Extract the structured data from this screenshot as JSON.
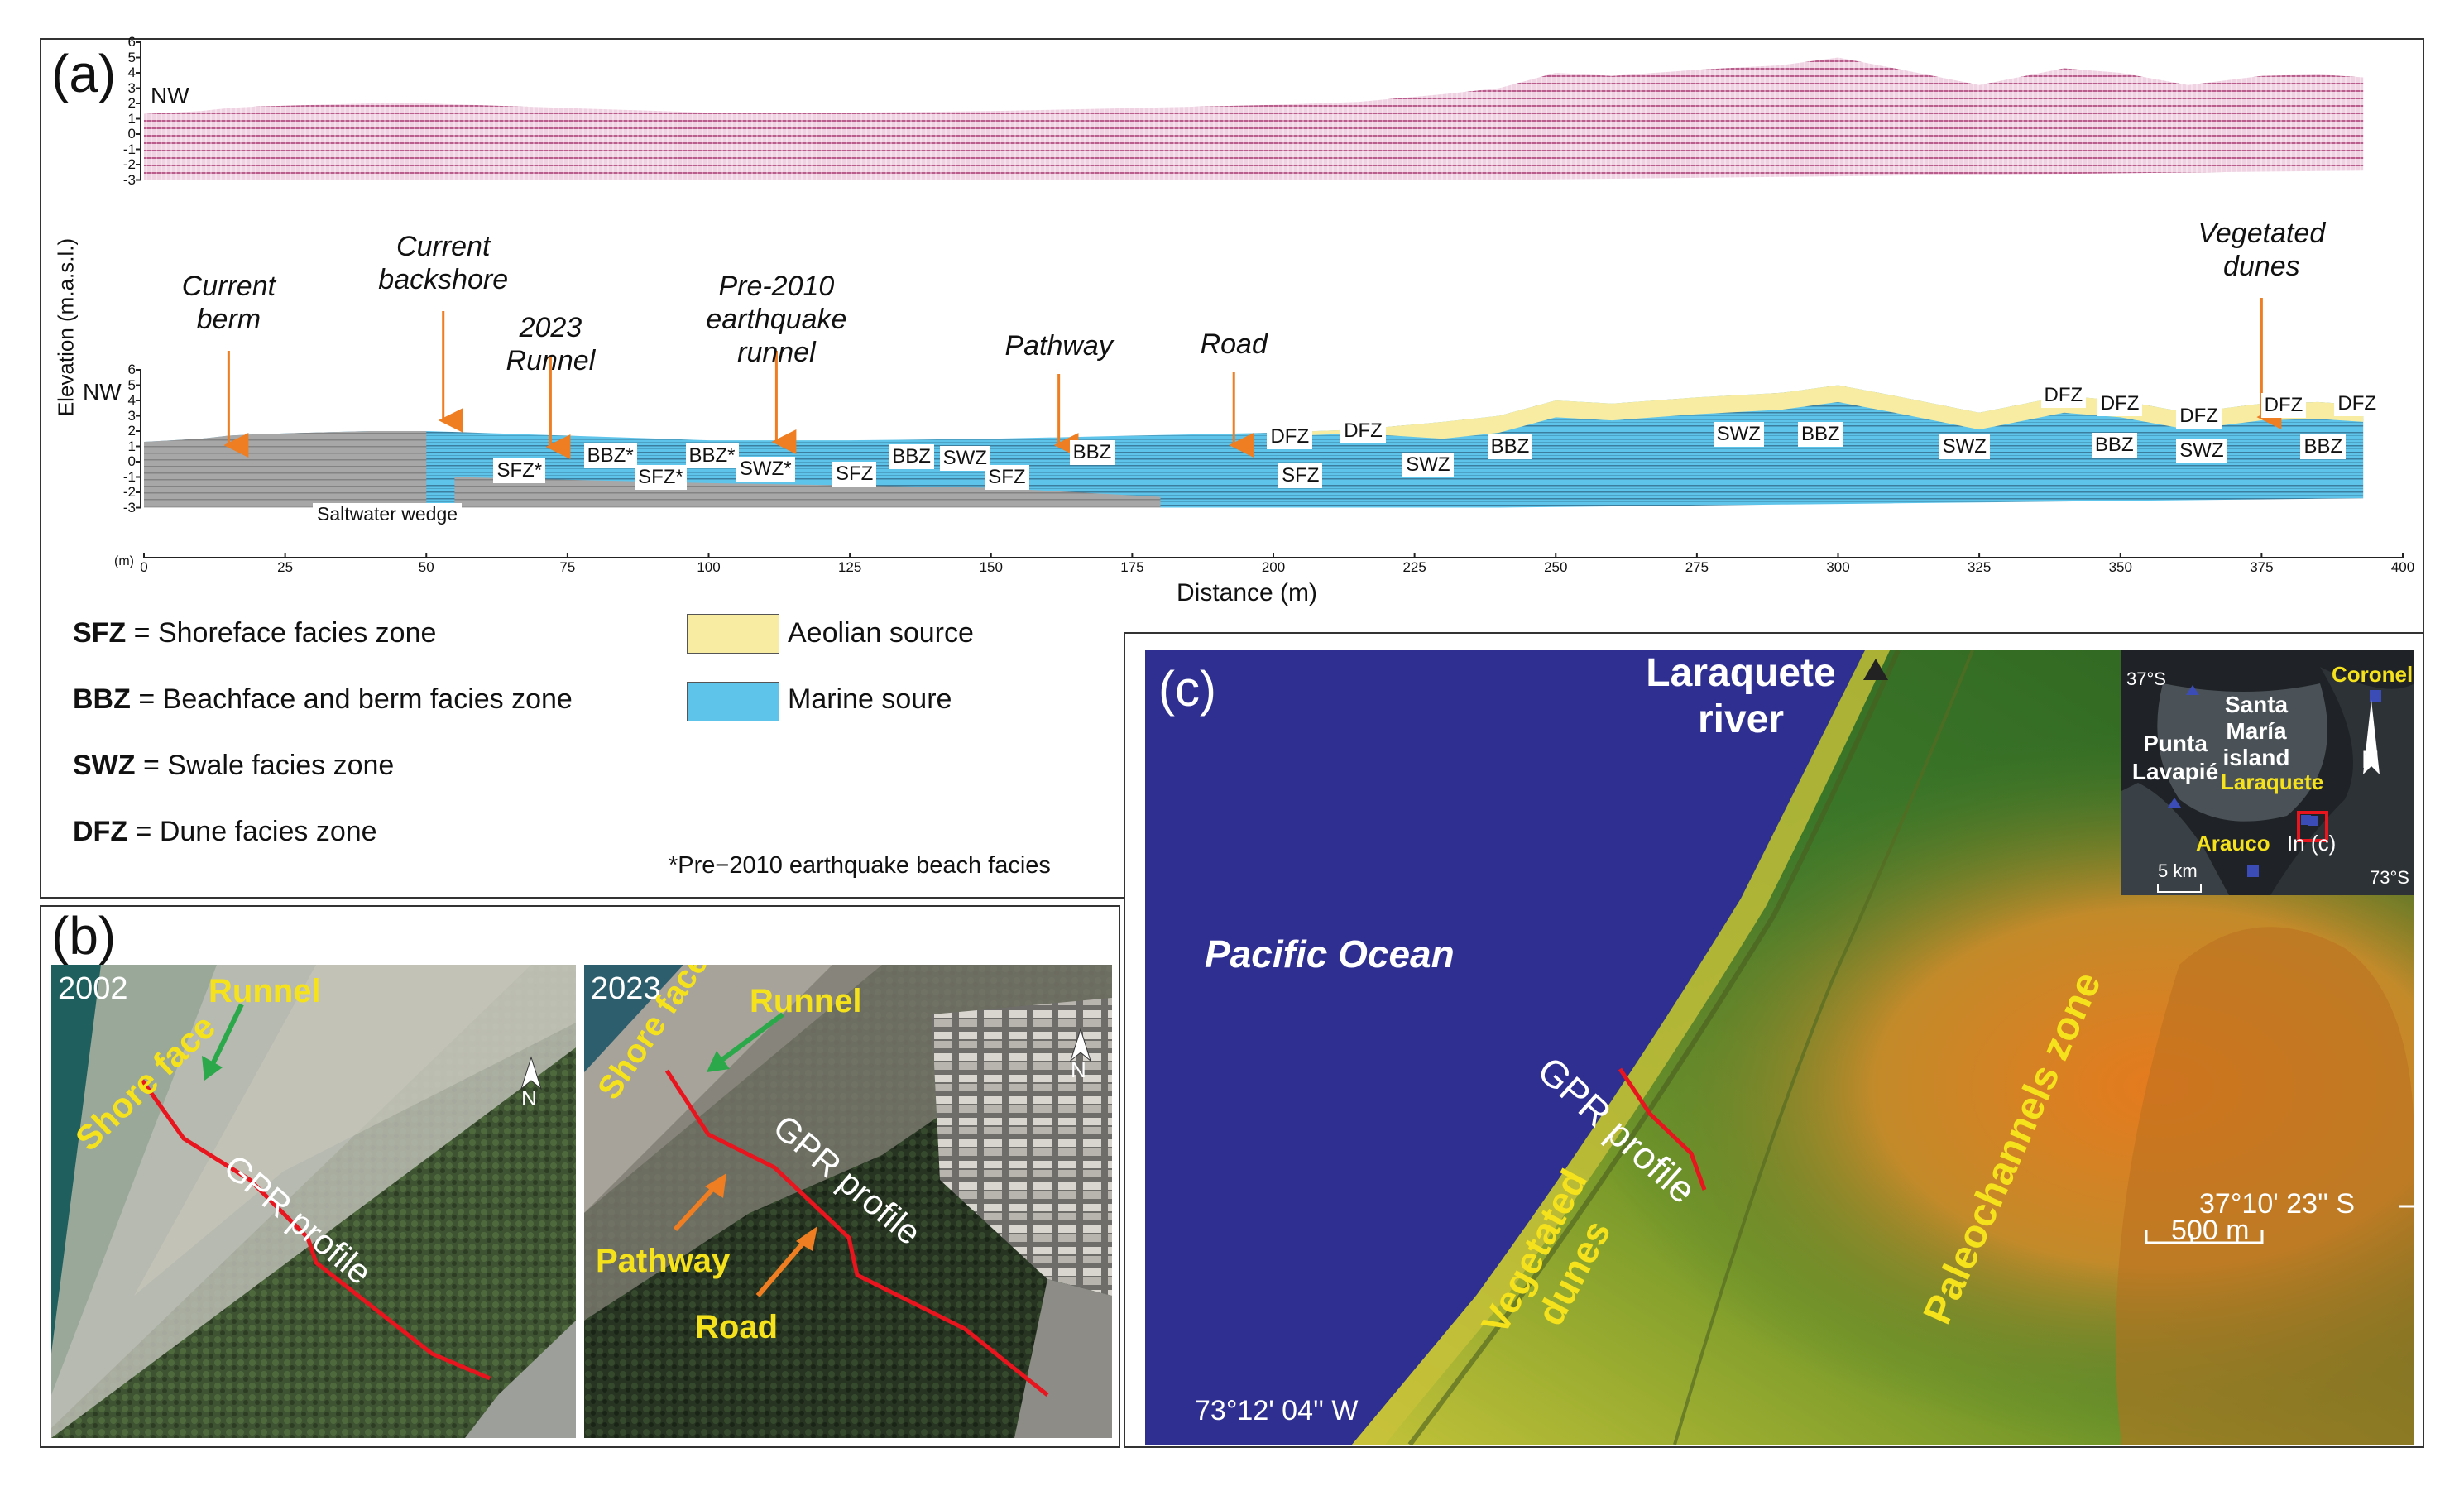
{
  "panel_a": {
    "label": "(a)",
    "nw_top": "NW",
    "nw_bottom": "NW",
    "ylabel": "Elevation (m.a.s.l.)",
    "xlabel": "Distance (m)",
    "x_unit": "(m)",
    "x_ticks": [
      "0",
      "25",
      "50",
      "75",
      "100",
      "125",
      "150",
      "175",
      "200",
      "225",
      "250",
      "275",
      "300",
      "325",
      "350",
      "375",
      "400"
    ],
    "y_ticks": [
      "6",
      "5",
      "4",
      "3",
      "2",
      "1",
      "0",
      "-1",
      "-2",
      "-3"
    ],
    "annotations": [
      {
        "text": "Current berm",
        "x_m": 15
      },
      {
        "text": "Current backshore",
        "x_m": 53
      },
      {
        "text": "2023 Runnel",
        "x_m": 72
      },
      {
        "text": "Pre-2010 earthquake runnel",
        "x_m": 112
      },
      {
        "text": "Pathway",
        "x_m": 162
      },
      {
        "text": "Road",
        "x_m": 193
      },
      {
        "text": "Vegetated dunes",
        "x_m": 375
      }
    ],
    "saltwater_wedge": "Saltwater wedge",
    "zone_labels": [
      {
        "text": "SFZ*",
        "x_m": 66,
        "z": -0.6
      },
      {
        "text": "BBZ*",
        "x_m": 82,
        "z": 0.4
      },
      {
        "text": "SFZ*",
        "x_m": 91,
        "z": -1.0
      },
      {
        "text": "BBZ*",
        "x_m": 100,
        "z": 0.4
      },
      {
        "text": "SWZ*",
        "x_m": 109,
        "z": -0.5
      },
      {
        "text": "SFZ",
        "x_m": 126,
        "z": -0.8
      },
      {
        "text": "BBZ",
        "x_m": 136,
        "z": 0.3
      },
      {
        "text": "SWZ",
        "x_m": 145,
        "z": 0.2
      },
      {
        "text": "SFZ",
        "x_m": 153,
        "z": -1.0
      },
      {
        "text": "BBZ",
        "x_m": 168,
        "z": 0.6
      },
      {
        "text": "DFZ",
        "x_m": 203,
        "z": 1.6
      },
      {
        "text": "DFZ",
        "x_m": 216,
        "z": 2.0
      },
      {
        "text": "SFZ",
        "x_m": 205,
        "z": -0.9
      },
      {
        "text": "SWZ",
        "x_m": 227,
        "z": -0.2
      },
      {
        "text": "BBZ",
        "x_m": 242,
        "z": 1.0
      },
      {
        "text": "SWZ",
        "x_m": 282,
        "z": 1.8
      },
      {
        "text": "BBZ",
        "x_m": 297,
        "z": 1.8
      },
      {
        "text": "SWZ",
        "x_m": 322,
        "z": 1.0
      },
      {
        "text": "DFZ",
        "x_m": 340,
        "z": 4.3
      },
      {
        "text": "DFZ",
        "x_m": 350,
        "z": 3.8
      },
      {
        "text": "BBZ",
        "x_m": 349,
        "z": 1.1
      },
      {
        "text": "DFZ",
        "x_m": 364,
        "z": 3.0
      },
      {
        "text": "SWZ",
        "x_m": 364,
        "z": 0.7
      },
      {
        "text": "DFZ",
        "x_m": 379,
        "z": 3.7
      },
      {
        "text": "DFZ",
        "x_m": 392,
        "z": 3.8
      },
      {
        "text": "BBZ",
        "x_m": 386,
        "z": 1.0
      }
    ],
    "colors": {
      "radargram": "#9b2a6e",
      "aeolian": "#f8eca3",
      "marine": "#5ec4ea",
      "saltwater": "#9a9a9a",
      "arrow": "#ef7d22"
    }
  },
  "legend": {
    "items": [
      {
        "abbr": "SFZ",
        "text": " = Shoreface facies zone"
      },
      {
        "abbr": "BBZ",
        "text": " = Beachface and berm facies zone"
      },
      {
        "abbr": "SWZ",
        "text": " = Swale facies zone"
      },
      {
        "abbr": "DFZ",
        "text": " = Dune facies zone"
      }
    ],
    "aeolian": "Aeolian source",
    "marine": "Marine soure",
    "footnote": "*Pre−2010 earthquake beach facies"
  },
  "panel_b": {
    "label": "(b)",
    "left": {
      "year": "2002",
      "runnel": "Runnel",
      "shore_face": "Shore face",
      "gpr": "GPR profile",
      "north": "N"
    },
    "right": {
      "year": "2023",
      "runnel": "Runnel",
      "shore_face": "Shore face",
      "gpr": "GPR profile",
      "pathway": "Pathway",
      "road": "Road",
      "north": "N"
    }
  },
  "panel_c": {
    "label": "(c)",
    "river": "Laraquete river",
    "ocean": "Pacific Ocean",
    "gpr": "GPR profile",
    "veg_dunes": "Vegetated dunes",
    "paleo": "Paleochannels zone",
    "lat": "37°10' 23'' S",
    "lon": "73°12' 04'' W",
    "scale": "500 m",
    "inset": {
      "lat": "37°S",
      "lon": "73°S",
      "island": "Santa María island",
      "punta": "Punta Lavapié",
      "coronel": "Coronel",
      "laraquete": "Laraquete",
      "arauco": "Arauco",
      "in_c": "In (c)",
      "scale": "5 km",
      "north": "N"
    }
  }
}
